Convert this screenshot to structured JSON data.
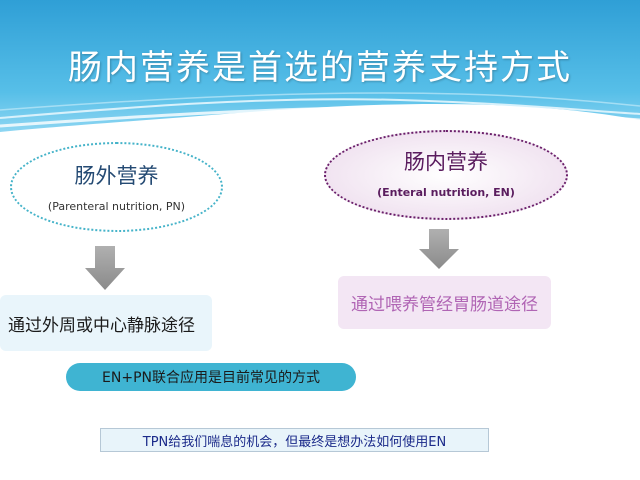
{
  "slide": {
    "title": "肠内营养是首选的营养支持方式",
    "colors": {
      "header_blue": "#3aa9dc",
      "pn_border": "#45b3c9",
      "en_border": "#6a1f6a",
      "arrow_gray": "#999999",
      "pill_blue": "#3fb4d2"
    }
  },
  "parenteral": {
    "name": "肠外营养",
    "english": "(Parenteral nutrition, PN)",
    "route": "通过外周或中心静脉途径"
  },
  "enteral": {
    "name": "肠内营养",
    "english": "(Enteral nutrition, EN)",
    "route": "通过喂养管经胃肠道途径"
  },
  "combined_note": "EN+PN联合应用是目前常见的方式",
  "tpn_note": "TPN给我们喘息的机会，但最终是想办法如何使用EN"
}
